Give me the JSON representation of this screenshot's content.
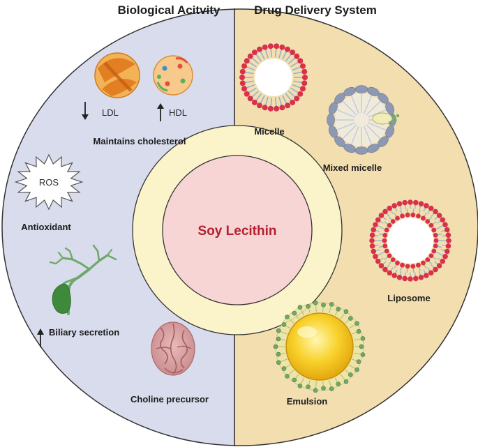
{
  "titles": {
    "left": "Biological Acitvity",
    "right": "Drug Delivery System"
  },
  "center": {
    "label": "Soy Lecithin"
  },
  "biological_activity": {
    "ldl": "LDL",
    "hdl": "HDL",
    "cholesterol": "Maintains cholesterol",
    "ros": "ROS",
    "antioxidant": "Antioxidant",
    "biliary": "Biliary secretion",
    "choline": "Choline precursor"
  },
  "drug_delivery": {
    "micelle": "Micelle",
    "mixed_micelle": "Mixed micelle",
    "liposome": "Liposome",
    "emulsion": "Emulsion"
  },
  "colors": {
    "left_panel": "#d9dced",
    "right_panel": "#f3deb0",
    "center_ring": "#fbf3c9",
    "center_core": "#f8d5d5",
    "center_text": "#b3202f",
    "outline": "#333333",
    "red_head": "#d8324a",
    "lipid_tail": "#8fb3d6",
    "gray_head": "#8d98b2"
  }
}
